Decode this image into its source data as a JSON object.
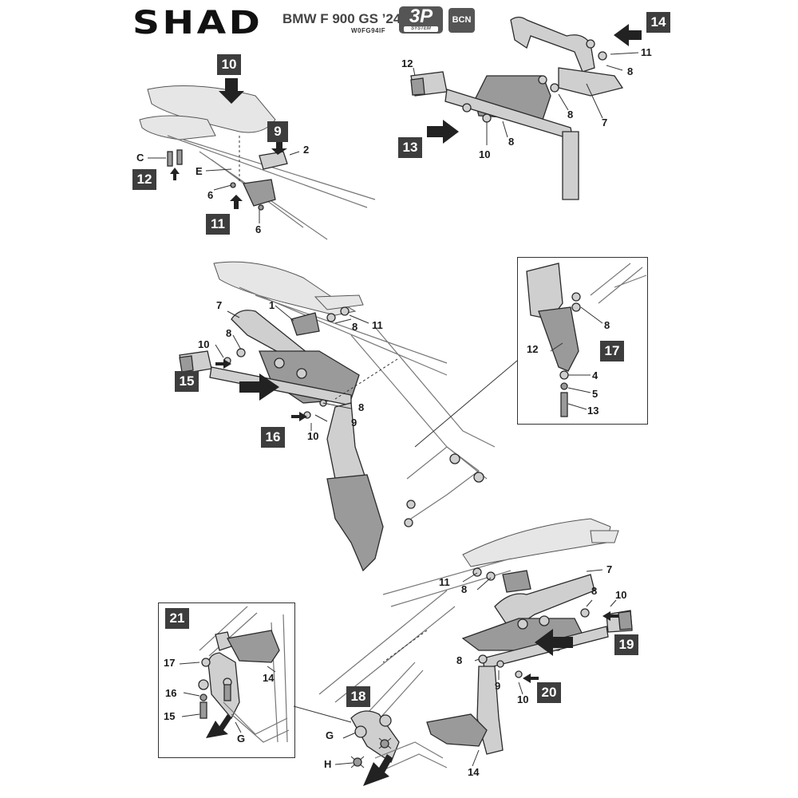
{
  "header": {
    "brand": "SHAD",
    "model": "BMW F 900 GS ’24",
    "code": "W0FG94IF",
    "system_badge": "3P",
    "system_badge_sub": "SYSTEM",
    "location_badge": "BCN"
  },
  "steps": {
    "s9": "9",
    "s10": "10",
    "s11": "11",
    "s12": "12",
    "s13": "13",
    "s14": "14",
    "s15": "15",
    "s16": "16",
    "s17": "17",
    "s18": "18",
    "s19": "19",
    "s20": "20",
    "s21": "21"
  },
  "labels": {
    "p1": {
      "c": "C",
      "e": "E",
      "n2": "2",
      "n6a": "6",
      "n6b": "6"
    },
    "p2": {
      "n12": "12",
      "n11": "11",
      "n8a": "8",
      "n8b": "8",
      "n8c": "8",
      "n7": "7",
      "n10": "10"
    },
    "p3": {
      "n7": "7",
      "n1": "1",
      "n8a": "8",
      "n11": "11",
      "n8b": "8",
      "n10a": "10",
      "n8c": "8",
      "n9": "9",
      "n10b": "10"
    },
    "p4": {
      "n8": "8",
      "n12": "12",
      "n4": "4",
      "n5": "5",
      "n13": "13"
    },
    "p5": {
      "n11": "11",
      "n8a": "8",
      "n7": "7",
      "n8b": "8",
      "n10a": "10",
      "n8c": "8",
      "n9": "9",
      "n10b": "10",
      "n14": "14"
    },
    "p6": {
      "n17": "17",
      "n16": "16",
      "n15": "15",
      "n14": "14",
      "g": "G"
    },
    "p7": {
      "g": "G",
      "h": "H"
    }
  }
}
